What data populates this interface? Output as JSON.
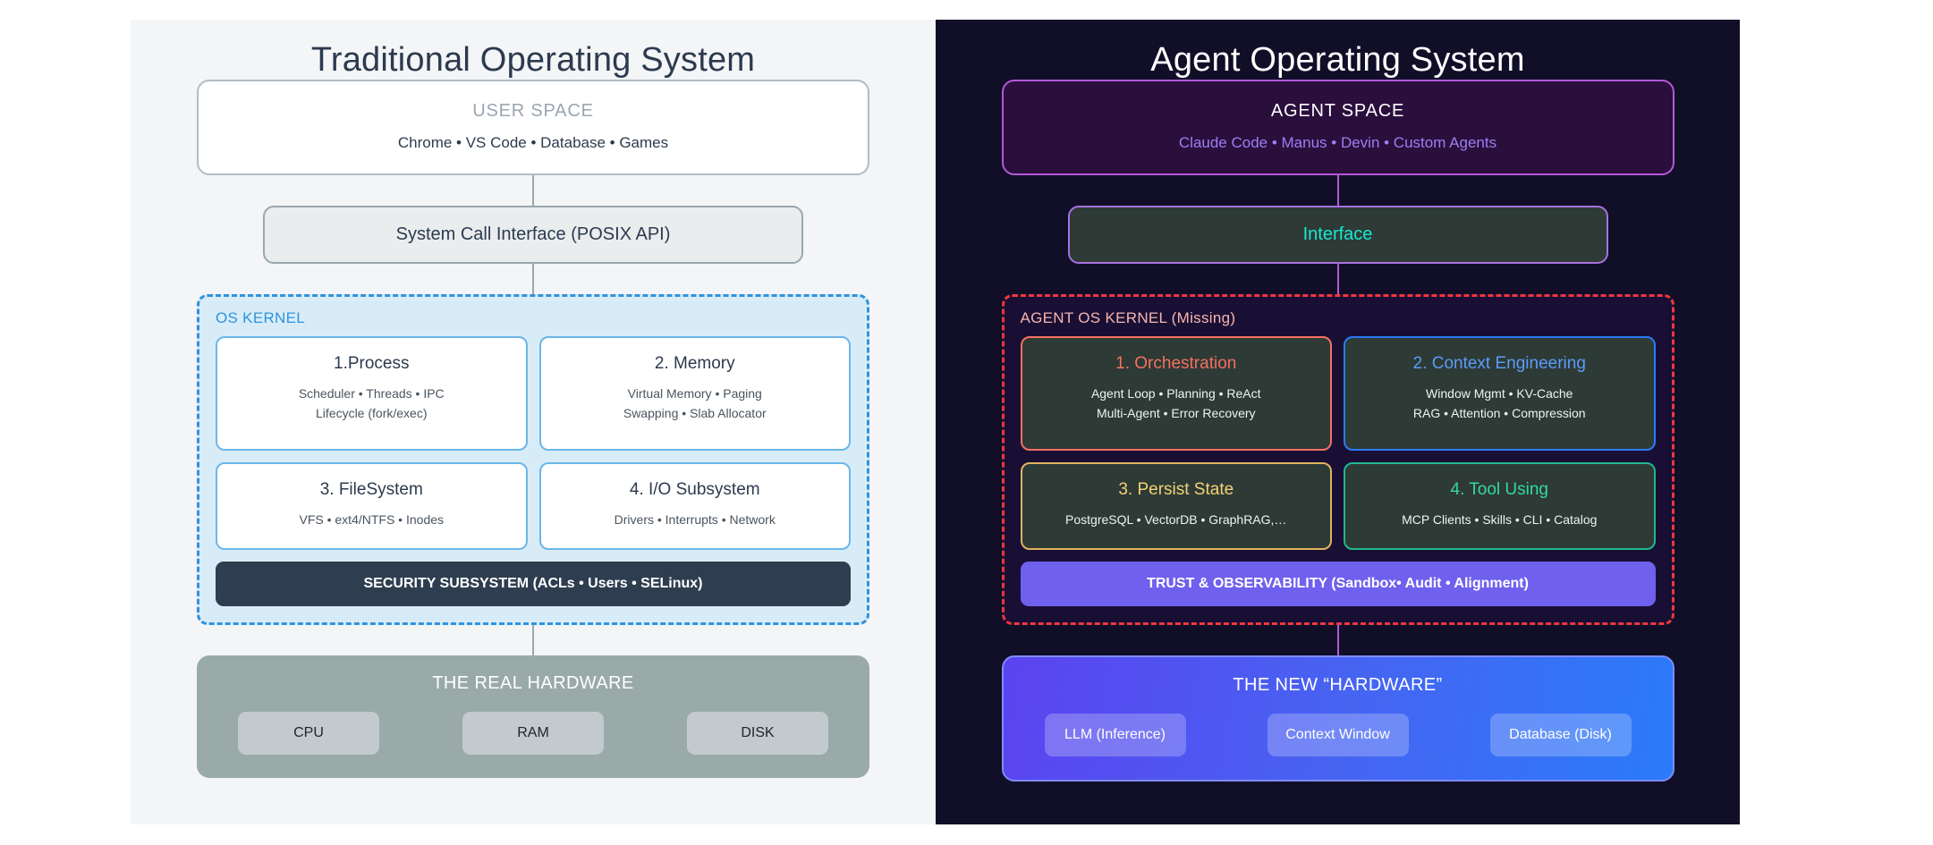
{
  "colors": {
    "left_panel_bg": "#f3f5f7",
    "right_panel_bg": "#110e28",
    "left_accent": "#2f93dd",
    "right_accent": "#f0373c",
    "orchestration": "#f4705f",
    "context_engineering": "#5b9cf8",
    "persist_state": "#f5d273",
    "tool_using": "#34d8a5",
    "agent_space_border": "#b558d8",
    "interface_text": "#19e8cf",
    "trust_bar": "#7060ee"
  },
  "left": {
    "title": "Traditional Operating System",
    "space": {
      "title": "USER SPACE",
      "subtitle": "Chrome • VS Code • Database • Games"
    },
    "interface": "System Call Interface (POSIX API)",
    "kernel": {
      "label": "OS KERNEL",
      "cards": [
        {
          "title": "1.Process",
          "lines": [
            "Scheduler • Threads • IPC",
            "Lifecycle (fork/exec)"
          ]
        },
        {
          "title": "2. Memory",
          "lines": [
            "Virtual Memory • Paging",
            "Swapping • Slab Allocator"
          ]
        },
        {
          "title": "3. FileSystem",
          "lines": [
            "VFS • ext4/NTFS • Inodes"
          ]
        },
        {
          "title": "4. I/O Subsystem",
          "lines": [
            "Drivers • Interrupts • Network"
          ]
        }
      ],
      "bar": "SECURITY SUBSYSTEM (ACLs • Users • SELinux)"
    },
    "hardware": {
      "title": "THE REAL HARDWARE",
      "chips": [
        "CPU",
        "RAM",
        "DISK"
      ]
    }
  },
  "right": {
    "title": "Agent Operating System",
    "space": {
      "title": "AGENT SPACE",
      "subtitle": "Claude Code • Manus • Devin • Custom Agents"
    },
    "interface": "Interface",
    "kernel": {
      "label": "AGENT OS KERNEL (Missing)",
      "cards": [
        {
          "title": "1. Orchestration",
          "color": "#f4705f",
          "lines": [
            "Agent Loop • Planning • ReAct",
            "Multi-Agent • Error Recovery"
          ]
        },
        {
          "title": "2. Context Engineering",
          "color": "#5b9cf8",
          "lines": [
            "Window Mgmt • KV-Cache",
            "RAG • Attention • Compression"
          ]
        },
        {
          "title": "3. Persist State",
          "color": "#f5d273",
          "lines": [
            "PostgreSQL • VectorDB • GraphRAG,…"
          ]
        },
        {
          "title": "4. Tool Using",
          "color": "#34d8a5",
          "lines": [
            "MCP Clients • Skills • CLI •  Catalog"
          ]
        }
      ],
      "bar": "TRUST & OBSERVABILITY (Sandbox• Audit • Alignment)"
    },
    "hardware": {
      "title": "THE NEW “HARDWARE”",
      "chips": [
        "LLM (Inference)",
        "Context Window",
        "Database (Disk)"
      ]
    }
  }
}
